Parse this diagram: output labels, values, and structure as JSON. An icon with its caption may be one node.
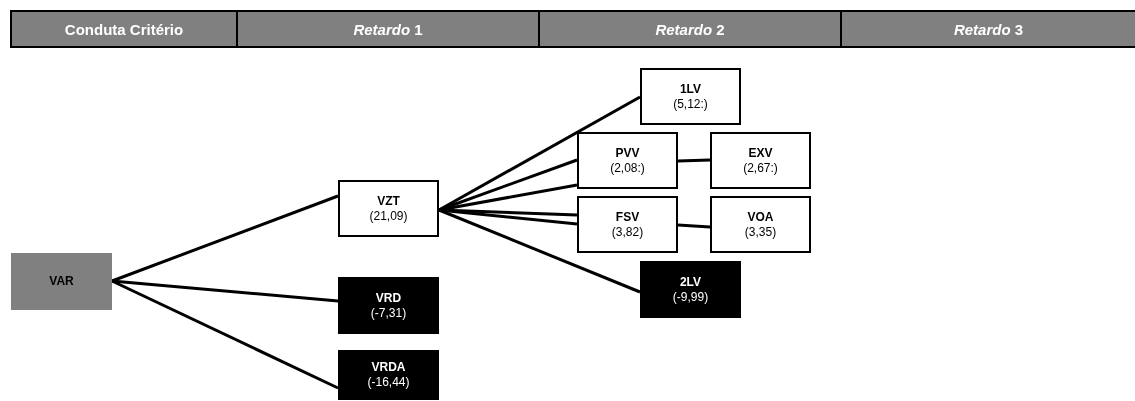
{
  "diagram": {
    "nodes": [
      {
        "text": [
          "Conduta Critério"
        ]
      },
      {
        "text": [
          "*Retardo* 1"
        ]
      },
      {
        "text": [
          "*Retardo* 2"
        ]
      },
      {
        "text": [
          "*Retardo* 3"
        ]
      },
      {
        "text": [
          "VAR"
        ]
      },
      {
        "text": [
          "VZT",
          "(21,09)"
        ]
      },
      {
        "text": [
          "VRD",
          "(-7,31)"
        ]
      },
      {
        "text": [
          "VRDA",
          "(-16,44)"
        ]
      },
      {
        "text": [
          "1LV",
          "(5,12:)"
        ]
      },
      {
        "text": [
          "PVV",
          "(2,08:)"
        ]
      },
      {
        "text": [
          "EXV",
          "(2,67:)"
        ]
      },
      {
        "text": [
          "FSV",
          "(3,82)"
        ]
      },
      {
        "text": [
          "VOA",
          "(3,35)"
        ]
      },
      {
        "text": [
          "2LV",
          "(-9,99)"
        ]
      }
    ],
    "edges": [
      {
        "from": 4,
        "to": 5,
        "arrow": "none"
      },
      {
        "from": 4,
        "to": 6,
        "arrow": "none"
      },
      {
        "from": 4,
        "to": 7,
        "arrow": "none"
      },
      {
        "from": 5,
        "to": 8,
        "arrow": "none"
      },
      {
        "from": 5,
        "to": 9,
        "arrow": "none"
      },
      {
        "from": 5,
        "to": 9,
        "arrow": "none"
      },
      {
        "from": 5,
        "to": 11,
        "arrow": "none"
      },
      {
        "from": 5,
        "to": 11,
        "arrow": "none"
      },
      {
        "from": 5,
        "to": 13,
        "arrow": "none"
      },
      {
        "from": 9,
        "to": 10,
        "arrow": "none"
      },
      {
        "from": 11,
        "to": 12,
        "arrow": "none"
      }
    ]
  }
}
